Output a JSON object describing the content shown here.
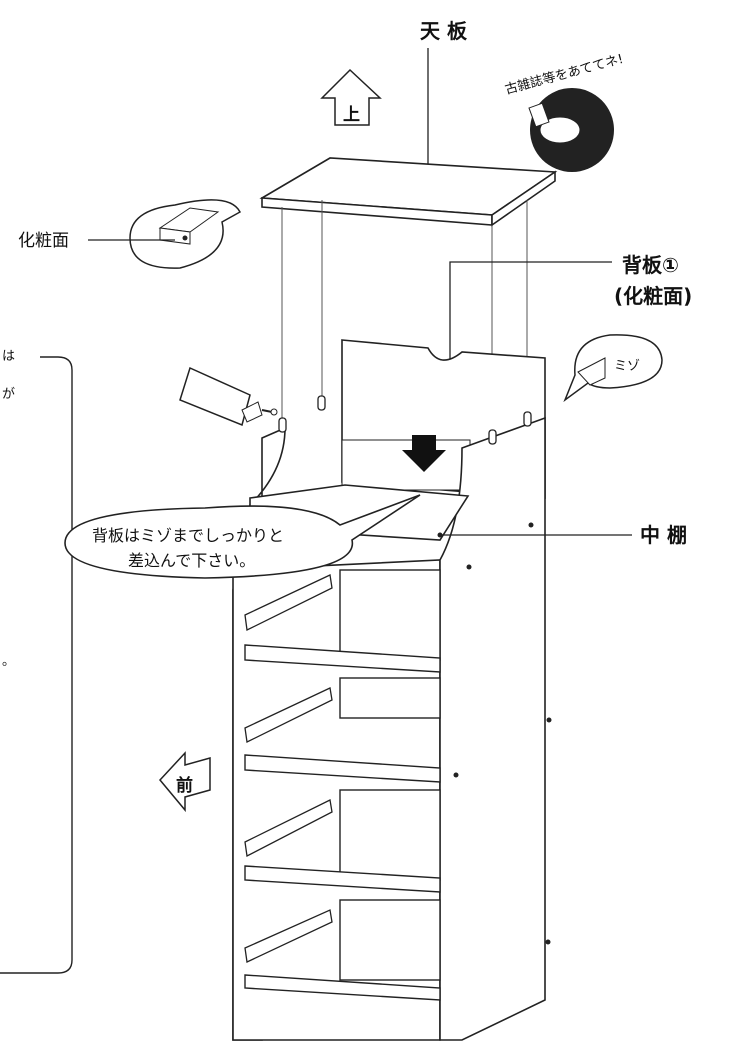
{
  "labels": {
    "top_board": "天 板",
    "back_board": "背板①",
    "back_board_sub": "(化粧面)",
    "middle_shelf": "中 棚",
    "decor_face": "化粧面",
    "groove": "ミゾ",
    "up_arrow": "上",
    "front_arrow": "前",
    "magazine_tip": "古雑誌等をあててネ!"
  },
  "callout": {
    "line1": "背板はミゾまでしっかりと",
    "line2": "差込んで下さい。"
  },
  "left_panel": {
    "fragment1": "は",
    "fragment2": "が",
    "fragment3": "。"
  }
}
